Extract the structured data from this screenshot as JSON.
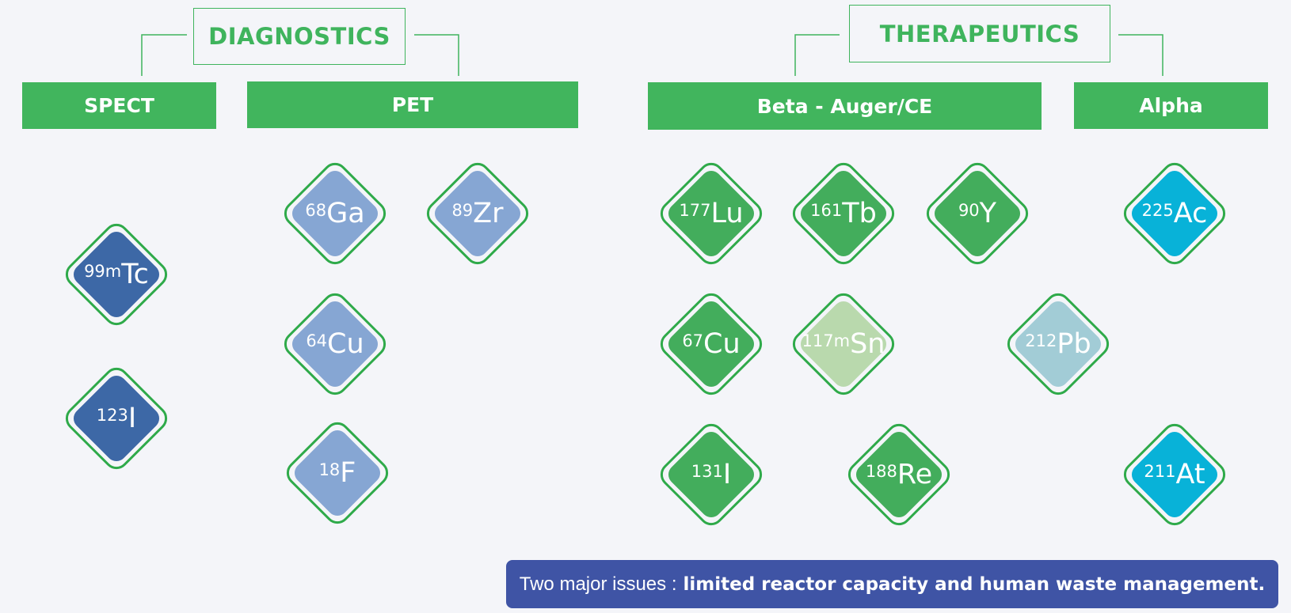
{
  "groups": {
    "diagnostics": "DIAGNOSTICS",
    "therapeutics": "THERAPEUTICS"
  },
  "categories": {
    "spect": "SPECT",
    "pet": "PET",
    "beta": "Beta - Auger/CE",
    "alpha": "Alpha"
  },
  "isotopes": {
    "tc99m": {
      "mass": "99m",
      "symbol": "Tc"
    },
    "i123": {
      "mass": "123",
      "symbol": "I"
    },
    "ga68": {
      "mass": "68",
      "symbol": "Ga"
    },
    "zr89": {
      "mass": "89",
      "symbol": "Zr"
    },
    "cu64": {
      "mass": "64",
      "symbol": "Cu"
    },
    "f18": {
      "mass": "18",
      "symbol": "F"
    },
    "lu177": {
      "mass": "177",
      "symbol": "Lu"
    },
    "tb161": {
      "mass": "161",
      "symbol": "Tb"
    },
    "y90": {
      "mass": "90",
      "symbol": "Y"
    },
    "cu67": {
      "mass": "67",
      "symbol": "Cu"
    },
    "sn117m": {
      "mass": "117m",
      "symbol": "Sn"
    },
    "i131": {
      "mass": "131",
      "symbol": "I"
    },
    "re188": {
      "mass": "188",
      "symbol": "Re"
    },
    "pb212": {
      "mass": "212",
      "symbol": "Pb"
    },
    "ac225": {
      "mass": "225",
      "symbol": "Ac"
    },
    "at211": {
      "mass": "211",
      "symbol": "At"
    }
  },
  "footer": {
    "prefix": "Two major issues :",
    "emphasis": "limited reactor capacity and human waste management."
  },
  "colors": {
    "accent_green": "#41b55d",
    "spect_blue": "#3d68a6",
    "pet_blue": "#86a6d3",
    "beta_green": "#43ad5c",
    "sn_light_green": "#b9d9ad",
    "pb_light_blue": "#a2ccd6",
    "alpha_cyan": "#08b2d8",
    "footer_navy": "#3f54a5"
  }
}
